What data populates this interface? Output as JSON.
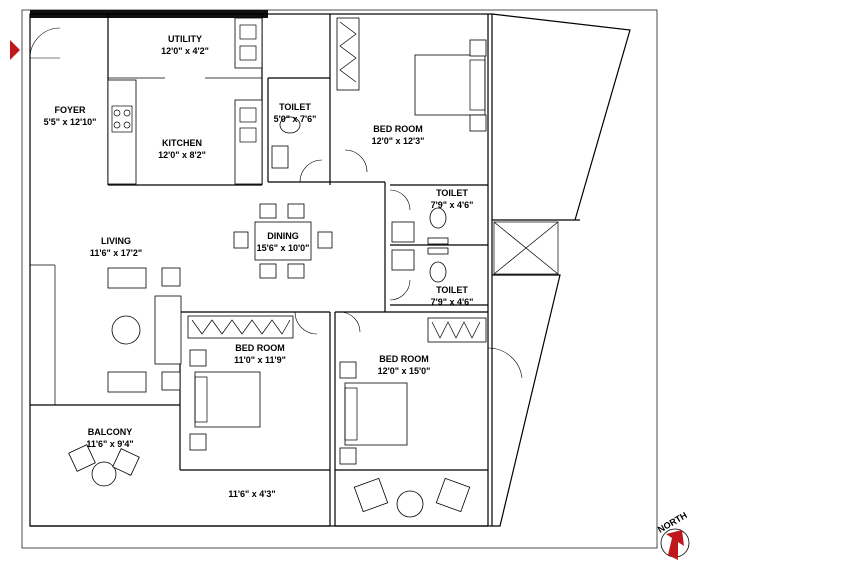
{
  "rooms": {
    "utility": {
      "name": "UTILITY",
      "size": "12'0\" x 4'2\""
    },
    "foyer": {
      "name": "FOYER",
      "size": "5'5\" x 12'10\""
    },
    "kitchen": {
      "name": "KITCHEN",
      "size": "12'0\" x 8'2\""
    },
    "toilet1": {
      "name": "TOILET",
      "size": "5'0\" x 7'6\""
    },
    "bedroom1": {
      "name": "BED ROOM",
      "size": "12'0\" x 12'3\""
    },
    "toilet2": {
      "name": "TOILET",
      "size": "7'9\" x 4'6\""
    },
    "toilet3": {
      "name": "TOILET",
      "size": "7'9\" x 4'6\""
    },
    "living": {
      "name": "LIVING",
      "size": "11'6\" x 17'2\""
    },
    "dining": {
      "name": "DINING",
      "size": "15'6\" x 10'0\""
    },
    "bedroom2": {
      "name": "BED ROOM",
      "size": "11'0\" x 11'9\""
    },
    "bedroom3": {
      "name": "BED ROOM",
      "size": "12'0\" x 15'0\""
    },
    "balcony": {
      "name": "BALCONY",
      "size": "11'6\" x 9'4\""
    },
    "passage": {
      "size": "11'6\" x 4'3\""
    }
  },
  "north": {
    "label": "NORTH"
  }
}
